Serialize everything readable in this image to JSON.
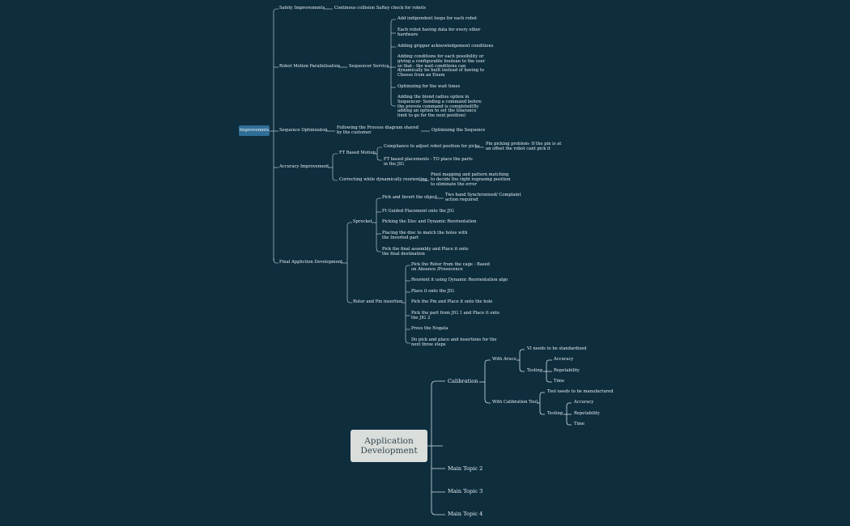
{
  "map1": {
    "root": "Improvemnts",
    "safety": {
      "label": "Safety Improvements",
      "child": "Continous collision Saftey check for robots"
    },
    "motion": {
      "label": "Robot Motion Parallelisation",
      "sequencer": "Sequencer Service",
      "items": [
        "Add indipendent loops for each robot",
        "Each robot having data for every other hardware",
        "Adding gripper acknowledgement conditions",
        "Adding conditions for each possibility or giving a configurable boolean to the user so that - the wait conditions can dynamically be built instead of having to Choose from an Enum",
        "Optimizing for the wait times",
        "Adding the blend radius option in Sequencer- Sending a command before the prevois command is completed(By adding an option to set the tolarance limit to go for the next position)"
      ]
    },
    "sequence_opt": {
      "label": "Sequence Optimizaton",
      "child": "Following the Process diagram shared by the customer",
      "grandchild": "Optimising the Sequence"
    },
    "accuracy": {
      "label": "Accuracy Improvement",
      "ft": "FT Based Motion",
      "ft_items": [
        "Compliance to adjust robot position for picks",
        "FT based placements - TO place the parts in the JIG"
      ],
      "pin": "Pin picking problem- If the pin is at an offset the robot cant pick it",
      "correcting": "Correcting while dynamically reorienting",
      "pixel": "Pixel mapping and pattern matching to decide the right regrasing position to eliminate the error"
    },
    "final": {
      "label": "Final Appliction Development",
      "sprocket": "Sprocket",
      "sprocket_items": [
        "Pick and Invert the object",
        "Ft Guided Placement onto the JIG",
        "Picking the Disc and Dynamic Reorientation",
        "Placing the disc to match the holes with the Inverted part",
        "Pick the final assembly and Place it onto the final destination"
      ],
      "two_hand": "Two hand Synchronised/ Complaint action required",
      "rotor": "Rotor and Pin insertion",
      "rotor_items": [
        "Pick the Rotor from the cage - Based on Absence /Presecence",
        "Reorient it using Dynamic Reorientation algo",
        "Place it onto the JIG",
        "Pick the Pin and Place it onto the hole",
        "Pick the part from JIG 1 and Place it onto the JIG 2",
        "Press the Nogata",
        "Do pick and place and insertions for the next three steps"
      ]
    }
  },
  "map2": {
    "root": [
      "Application",
      "Development"
    ],
    "calibration": "Calibration",
    "aruco": {
      "label": "With Aruco",
      "vi": "VI needs to be standardized",
      "testing": "Testing",
      "tests": [
        "Accuracy",
        "Repetability",
        "Time"
      ]
    },
    "tool": {
      "label": "With Calibration Tool",
      "manufactured": "Tool needs to be manufactured",
      "testing": "Testing",
      "tests": [
        "Accuracy",
        "Repetability",
        "Time"
      ]
    },
    "topics": [
      "Main Topic 2",
      "Main Topic 3",
      "Main Topic 4"
    ]
  }
}
